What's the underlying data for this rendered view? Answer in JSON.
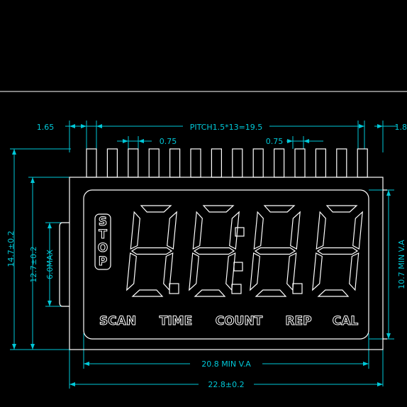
{
  "colors": {
    "background": "#000000",
    "outline": "#ffffff",
    "dimension": "#00c8d8"
  },
  "dimensions": {
    "left_edge": "1.65",
    "pitch": "PITCH1.5*13=19.5",
    "right_edge": "1.8",
    "pin_width_left": "0.75",
    "pin_width_right": "0.75",
    "overall_height": "14.7±0.2",
    "body_height": "12.7±0.2",
    "tab_height": "6.0MAX",
    "view_area_height": "10.7 MIN V.A",
    "view_area_width": "20.8 MIN V.A",
    "overall_width": "22.8±0.2"
  },
  "lcd": {
    "stop_letters": [
      "S",
      "T",
      "O",
      "P"
    ],
    "labels": [
      "SCAN",
      "TIME",
      "COUNT",
      "REP",
      "CAL"
    ],
    "digit_count": 4,
    "pin_count": 14
  }
}
